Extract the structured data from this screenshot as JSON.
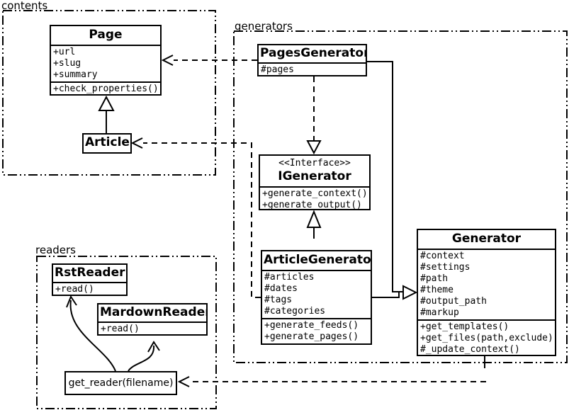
{
  "diagram": {
    "packages": {
      "contents": {
        "label": "contents"
      },
      "generators": {
        "label": "generators"
      },
      "readers": {
        "label": "readers"
      }
    },
    "classes": {
      "page": {
        "name": "Page",
        "attributes": [
          "+url",
          "+slug",
          "+summary"
        ],
        "methods": [
          "+check_properties()"
        ]
      },
      "article": {
        "name": "Article"
      },
      "pages_generator": {
        "name": "PagesGenerator",
        "attributes": [
          "#pages"
        ]
      },
      "igenerator": {
        "stereotype": "<<Interface>>",
        "name": "IGenerator",
        "methods": [
          "+generate_context()",
          "+generate_output()"
        ]
      },
      "article_generator": {
        "name": "ArticleGenerator",
        "attributes": [
          "#articles",
          "#dates",
          "#tags",
          "#categories"
        ],
        "methods": [
          "+generate_feeds()",
          "+generate_pages()"
        ]
      },
      "generator": {
        "name": "Generator",
        "attributes": [
          "#context",
          "#settings",
          "#path",
          "#theme",
          "#output_path",
          "#markup"
        ],
        "methods": [
          "+get_templates()",
          "+get_files(path,exclude)",
          "#_update_context()"
        ]
      },
      "rst_reader": {
        "name": "RstReader",
        "methods": [
          "+read()"
        ]
      },
      "mardown_reader": {
        "name": "MardownReader",
        "methods": [
          "+read()"
        ]
      }
    },
    "functions": {
      "get_reader": {
        "label": "get_reader(filename)"
      }
    },
    "colors": {
      "line": "#000000",
      "background": "#ffffff"
    }
  }
}
